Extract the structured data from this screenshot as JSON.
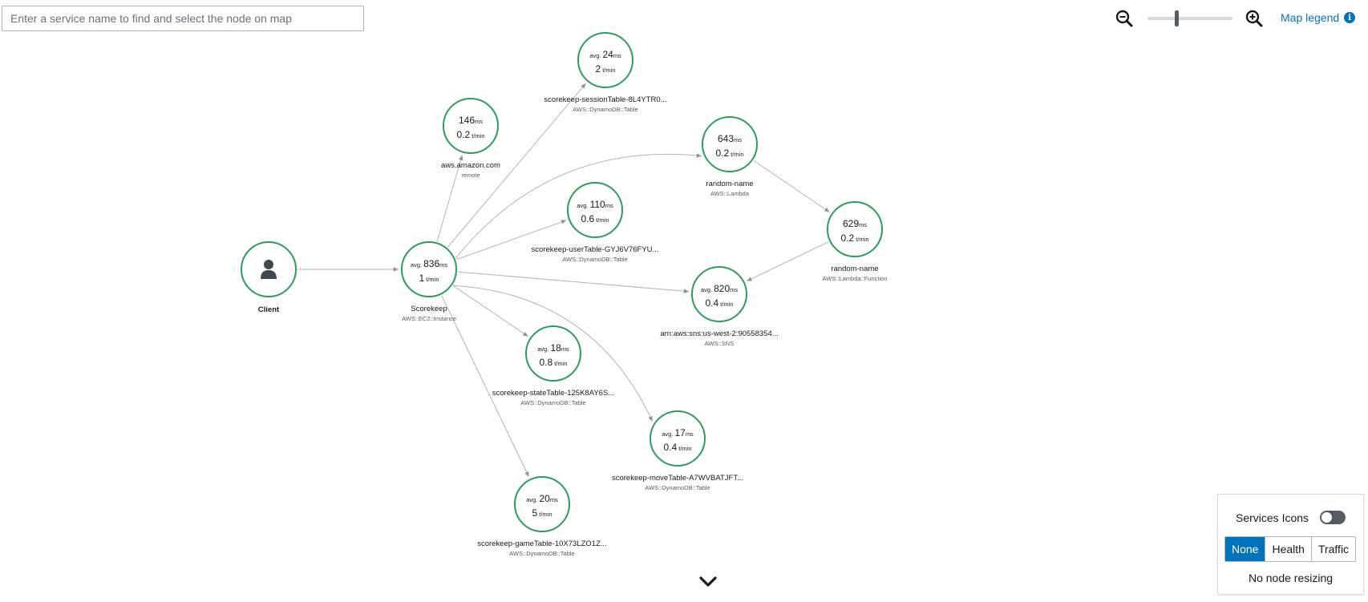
{
  "search": {
    "placeholder": "Enter a service name to find and select the node on map"
  },
  "toolbar": {
    "zoom_out_icon": "zoom-out-icon",
    "zoom_in_icon": "zoom-in-icon",
    "zoom_level": 0.34,
    "legend_label": "Map legend",
    "legend_icon": "info-icon"
  },
  "map": {
    "nodes": [
      {
        "id": "client",
        "kind": "client",
        "name": "Client",
        "icon": "user-icon"
      },
      {
        "id": "scorekeep",
        "prefix": "avg. ",
        "latency": "836",
        "latency_unit": "ms",
        "rate": "1",
        "rate_unit": " t/min",
        "name": "Scorekeep",
        "type": "AWS::EC2::Instance"
      },
      {
        "id": "aws-amazon",
        "prefix": "",
        "latency": "146",
        "latency_unit": "ms",
        "rate": "0.2",
        "rate_unit": " t/min",
        "name": "aws.amazon.com",
        "type": "remote"
      },
      {
        "id": "session-table",
        "prefix": "avg. ",
        "latency": "24",
        "latency_unit": "ms",
        "rate": "2",
        "rate_unit": " t/min",
        "name": "scorekeep-sessionTable-8L4YTR0...",
        "type": "AWS::DynamoDB::Table"
      },
      {
        "id": "user-table",
        "prefix": "avg. ",
        "latency": "110",
        "latency_unit": "ms",
        "rate": "0.6",
        "rate_unit": " t/min",
        "name": "scorekeep-userTable-GYJ6V76FYU...",
        "type": "AWS::DynamoDB::Table"
      },
      {
        "id": "lambda",
        "prefix": "",
        "latency": "643",
        "latency_unit": "ms",
        "rate": "0.2",
        "rate_unit": " t/min",
        "name": "random-name",
        "type": "AWS::Lambda"
      },
      {
        "id": "lambda-function",
        "prefix": "",
        "latency": "629",
        "latency_unit": "ms",
        "rate": "0.2",
        "rate_unit": " t/min",
        "name": "random-name",
        "type": "AWS::Lambda::Function"
      },
      {
        "id": "sns",
        "prefix": "avg. ",
        "latency": "820",
        "latency_unit": "ms",
        "rate": "0.4",
        "rate_unit": " t/min",
        "name": "arn:aws:sns:us-west-2:90558354...",
        "type": "AWS::SNS"
      },
      {
        "id": "state-table",
        "prefix": "avg. ",
        "latency": "18",
        "latency_unit": "ms",
        "rate": "0.8",
        "rate_unit": " t/min",
        "name": "scorekeep-stateTable-125K8AY6S...",
        "type": "AWS::DynamoDB::Table"
      },
      {
        "id": "move-table",
        "prefix": "avg. ",
        "latency": "17",
        "latency_unit": "ms",
        "rate": "0.4",
        "rate_unit": " t/min",
        "name": "scorekeep-moveTable-A7WVBATJFT...",
        "type": "AWS::DynamoDB::Table"
      },
      {
        "id": "game-table",
        "prefix": "avg. ",
        "latency": "20",
        "latency_unit": "ms",
        "rate": "5",
        "rate_unit": " t/min",
        "name": "scorekeep-gameTable-10X73LZO1Z...",
        "type": "AWS::DynamoDB::Table"
      }
    ],
    "edges": [
      {
        "from": "client",
        "to": "scorekeep"
      },
      {
        "from": "scorekeep",
        "to": "aws-amazon"
      },
      {
        "from": "scorekeep",
        "to": "session-table"
      },
      {
        "from": "scorekeep",
        "to": "user-table"
      },
      {
        "from": "scorekeep",
        "to": "lambda"
      },
      {
        "from": "scorekeep",
        "to": "sns"
      },
      {
        "from": "scorekeep",
        "to": "state-table"
      },
      {
        "from": "scorekeep",
        "to": "move-table"
      },
      {
        "from": "scorekeep",
        "to": "game-table"
      },
      {
        "from": "lambda",
        "to": "lambda-function"
      },
      {
        "from": "lambda-function",
        "to": "sns"
      }
    ],
    "colors": {
      "node_border": "#2d9c5b",
      "edge": "#aab7b8"
    }
  },
  "panel": {
    "services_icons_label": "Services Icons",
    "services_icons_on": false,
    "modes": [
      "None",
      "Health",
      "Traffic"
    ],
    "active_mode": "None",
    "resize_text": "No node resizing"
  },
  "footer": {
    "expand_icon": "chevron-down-icon"
  }
}
